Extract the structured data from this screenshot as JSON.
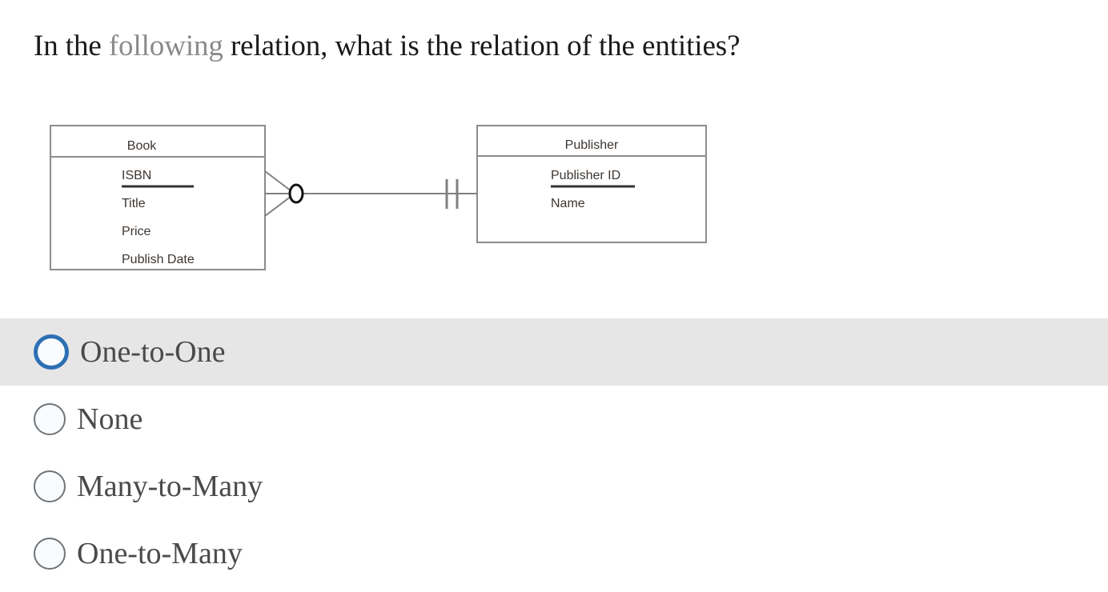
{
  "question": {
    "prefix": "In the ",
    "emphasis": "following",
    "suffix": " relation, what is the relation of the entities?"
  },
  "diagram": {
    "type": "entity-relationship",
    "notation": "crow's-foot",
    "entities": [
      {
        "name": "Book",
        "attributes": [
          {
            "label": "ISBN",
            "primary_key": true
          },
          {
            "label": "Title",
            "primary_key": false
          },
          {
            "label": "Price",
            "primary_key": false
          },
          {
            "label": "Publish Date",
            "primary_key": false
          }
        ]
      },
      {
        "name": "Publisher",
        "attributes": [
          {
            "label": "Publisher ID",
            "primary_key": true
          },
          {
            "label": "Name",
            "primary_key": false
          }
        ]
      }
    ],
    "relationship": {
      "from": "Book",
      "to": "Publisher",
      "from_cardinality": "zero-or-many",
      "to_cardinality": "one-and-only-one",
      "line_color": "#808080"
    }
  },
  "answers": {
    "options": [
      {
        "label": "One-to-One",
        "highlighted": true
      },
      {
        "label": "None",
        "highlighted": false
      },
      {
        "label": "Many-to-Many",
        "highlighted": false
      },
      {
        "label": "One-to-Many",
        "highlighted": false
      }
    ],
    "highlight_color": "#e6e6e6",
    "focus_color": "#2c6fb3"
  }
}
